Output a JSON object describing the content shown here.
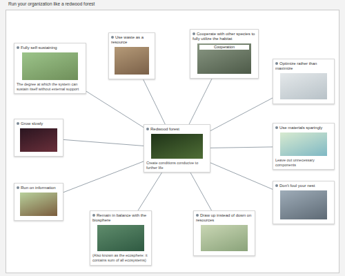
{
  "diagram": {
    "title": "Run your organization like a redwood forest",
    "nodes": [
      {
        "text": [
          "Redwood forest",
          "Create conditions conducive to further life"
        ]
      },
      {
        "text": [
          "Fully self-sustaining",
          "The degree at which the system can sustain itself without external support"
        ]
      },
      {
        "text": [
          "Use waste as a resource"
        ]
      },
      {
        "text": [
          "Cooperate with other species to fully utilize the habitat"
        ]
      },
      {
        "text": [
          "Optimize rather than maximize"
        ]
      },
      {
        "text": [
          "Use materials sparingly",
          "Leave out unnecessary components"
        ]
      },
      {
        "text": [
          "Don't foul your nest"
        ]
      },
      {
        "text": [
          "Draw up instead of down on resources"
        ]
      },
      {
        "text": [
          "Remain in balance with the biosphere",
          "(Also known as the ecosphere: it contains sum of all ecosystems)"
        ]
      },
      {
        "text": [
          "Grow slowly"
        ]
      },
      {
        "text": [
          "Run on information"
        ]
      }
    ],
    "edges": [
      {
        "from": 0,
        "to": 1,
        "arrow": "none"
      },
      {
        "from": 0,
        "to": 2,
        "arrow": "none"
      },
      {
        "from": 0,
        "to": 3,
        "arrow": "none"
      },
      {
        "from": 0,
        "to": 4,
        "arrow": "none"
      },
      {
        "from": 0,
        "to": 5,
        "arrow": "none"
      },
      {
        "from": 0,
        "to": 6,
        "arrow": "none"
      },
      {
        "from": 0,
        "to": 7,
        "arrow": "none"
      },
      {
        "from": 0,
        "to": 8,
        "arrow": "none"
      },
      {
        "from": 0,
        "to": 9,
        "arrow": "none"
      },
      {
        "from": 0,
        "to": 10,
        "arrow": "none"
      }
    ],
    "labels": [
      "Cooperation"
    ]
  }
}
